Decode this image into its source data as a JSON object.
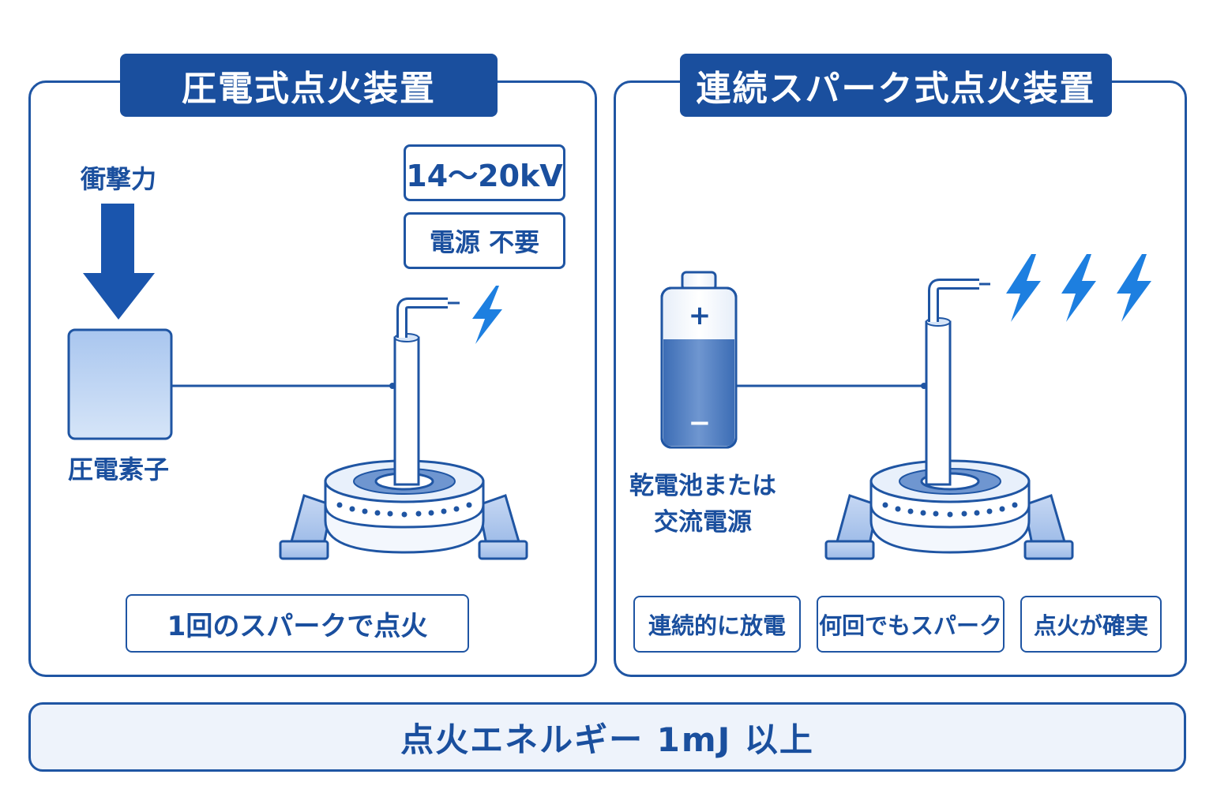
{
  "left_panel": {
    "title": "圧電式点火装置",
    "force_label": "衝撃力",
    "element_label": "圧電素子",
    "voltage": "14～20kV",
    "power_note": "電源 不要",
    "bottom_note": "1回のスパークで点火"
  },
  "right_panel": {
    "title": "連続スパーク式点火装置",
    "battery_plus": "+",
    "battery_minus": "−",
    "source_label_line1": "乾電池または",
    "source_label_line2": "交流電源",
    "features": [
      "連続的に放電",
      "何回でもスパーク",
      "点火が確実"
    ]
  },
  "footer": {
    "text": "点火エネルギー 1mJ 以上"
  },
  "colors": {
    "primary": "#1a4f9e",
    "light_fill": "#bcd3f2",
    "spark": "#1d7fe0"
  },
  "icons": [
    "down-arrow-icon",
    "lightning-bolt-icon",
    "battery-icon",
    "gas-burner-icon",
    "electrode-icon"
  ]
}
